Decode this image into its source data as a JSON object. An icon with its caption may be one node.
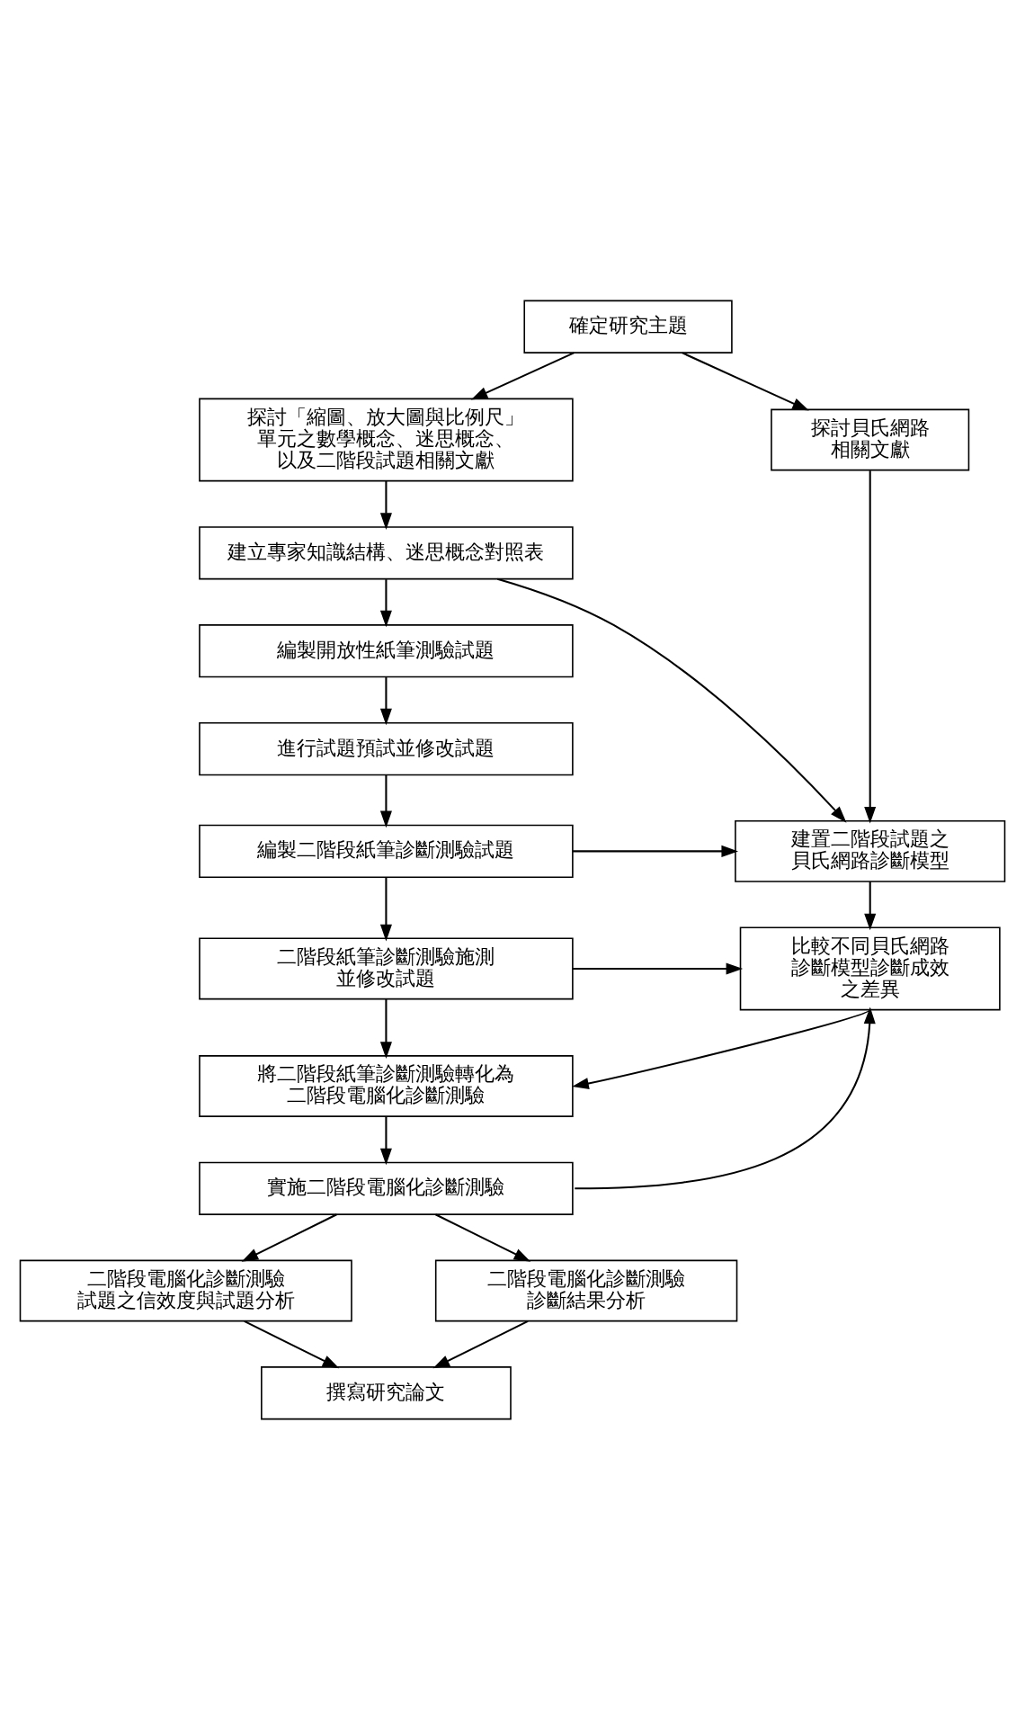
{
  "diagram": {
    "nodes": [
      {
        "text": [
          "確定研究主題"
        ]
      },
      {
        "text": [
          "探討「縮圖、放大圖與比例尺」單元之數學概念、迷思概念、以及二階段試題相關文獻"
        ]
      },
      {
        "text": [
          "探討貝氏網路相關文獻"
        ]
      },
      {
        "text": [
          "建立專家知識結構、迷思概念對照表"
        ]
      },
      {
        "text": [
          "編製開放性紙筆測驗試題"
        ]
      },
      {
        "text": [
          "進行試題預試並修改試題"
        ]
      },
      {
        "text": [
          "建置二階段試題之貝氏網路診斷模型"
        ]
      },
      {
        "text": [
          "編製二階段紙筆診斷測驗試題"
        ]
      },
      {
        "text": [
          "二階段紙筆診斷測驗施測並修改試題"
        ]
      },
      {
        "text": [
          "比較不同貝氏網路診斷模型診斷成效之差異"
        ]
      },
      {
        "text": [
          "將二階段紙筆診斷測驗轉化為二階段電腦化診斷測驗"
        ]
      },
      {
        "text": [
          "實施二階段電腦化診斷測驗"
        ]
      },
      {
        "text": [
          "二階段電腦化診斷測驗試題之信效度與試題分析"
        ]
      },
      {
        "text": [
          "二階段電腦化診斷測驗診斷結果分析"
        ]
      },
      {
        "text": [
          "撰寫研究論文"
        ]
      }
    ],
    "edges": [
      {
        "from": 0,
        "to": 1,
        "arrow": "to"
      },
      {
        "from": 0,
        "to": 2,
        "arrow": "to"
      },
      {
        "from": 1,
        "to": 3,
        "arrow": "to"
      },
      {
        "from": 3,
        "to": 4,
        "arrow": "to"
      },
      {
        "from": 3,
        "to": 6,
        "arrow": "to"
      },
      {
        "from": 2,
        "to": 6,
        "arrow": "to"
      },
      {
        "from": 4,
        "to": 5,
        "arrow": "to"
      },
      {
        "from": 5,
        "to": 7,
        "arrow": "to"
      },
      {
        "from": 7,
        "to": 6,
        "arrow": "to"
      },
      {
        "from": 7,
        "to": 8,
        "arrow": "to"
      },
      {
        "from": 6,
        "to": 9,
        "arrow": "to"
      },
      {
        "from": 8,
        "to": 9,
        "arrow": "to"
      },
      {
        "from": 9,
        "to": 10,
        "arrow": "to"
      },
      {
        "from": 8,
        "to": 10,
        "arrow": "to"
      },
      {
        "from": 10,
        "to": 11,
        "arrow": "to"
      },
      {
        "from": 11,
        "to": 9,
        "arrow": "to"
      },
      {
        "from": 11,
        "to": 12,
        "arrow": "to"
      },
      {
        "from": 11,
        "to": 13,
        "arrow": "to"
      },
      {
        "from": 12,
        "to": 14,
        "arrow": "to"
      },
      {
        "from": 13,
        "to": 14,
        "arrow": "to"
      }
    ]
  }
}
